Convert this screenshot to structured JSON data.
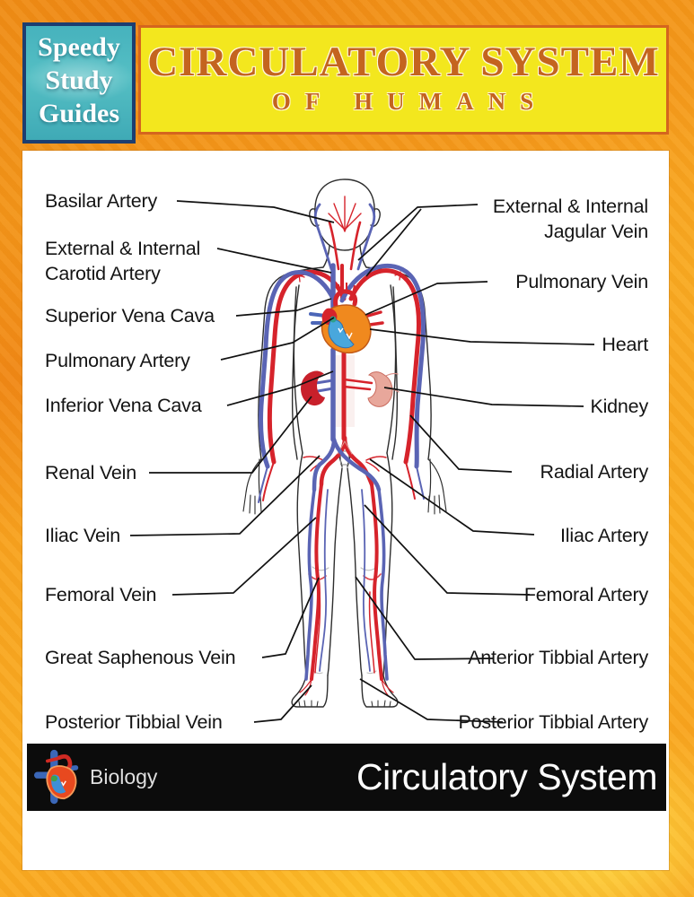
{
  "header": {
    "badge_lines": [
      "Speedy",
      "Study",
      "Guides"
    ],
    "title": "CIRCULATORY SYSTEM",
    "subtitle": "OF HUMANS"
  },
  "diagram": {
    "left_labels": [
      {
        "id": "basilar-artery",
        "text": "Basilar Artery"
      },
      {
        "id": "carotid-artery",
        "text": "External & Internal\nCarotid Artery"
      },
      {
        "id": "superior-vena-cava",
        "text": "Superior Vena Cava"
      },
      {
        "id": "pulmonary-artery",
        "text": "Pulmonary Artery"
      },
      {
        "id": "inferior-vena-cava",
        "text": "Inferior Vena Cava"
      },
      {
        "id": "renal-vein",
        "text": "Renal Vein"
      },
      {
        "id": "iliac-vein",
        "text": "Iliac Vein"
      },
      {
        "id": "femoral-vein",
        "text": "Femoral Vein"
      },
      {
        "id": "great-saphenous-vein",
        "text": "Great Saphenous Vein"
      },
      {
        "id": "posterior-tibbial-vein",
        "text": "Posterior Tibbial Vein"
      }
    ],
    "right_labels": [
      {
        "id": "jagular-vein",
        "text": "External & Internal\nJagular Vein"
      },
      {
        "id": "pulmonary-vein",
        "text": "Pulmonary Vein"
      },
      {
        "id": "heart",
        "text": "Heart"
      },
      {
        "id": "kidney",
        "text": "Kidney"
      },
      {
        "id": "radial-artery",
        "text": "Radial Artery"
      },
      {
        "id": "iliac-artery",
        "text": "Iliac Artery"
      },
      {
        "id": "femoral-artery",
        "text": "Femoral Artery"
      },
      {
        "id": "anterior-tibbial-artery",
        "text": "Anterior Tibbial Artery"
      },
      {
        "id": "posterior-tibbial-artery",
        "text": "Posterior Tibbial Artery"
      }
    ]
  },
  "footer": {
    "category": "Biology",
    "title": "Circulatory System"
  },
  "colors": {
    "artery_red": "#D6232B",
    "vein_blue": "#5A64B4",
    "banner_yellow": "#F3E71E",
    "title_orange": "#C4641F",
    "badge_teal": "#4AB6BF",
    "background_orange": "#F79C1C",
    "footer_black": "#0C0C0C"
  }
}
